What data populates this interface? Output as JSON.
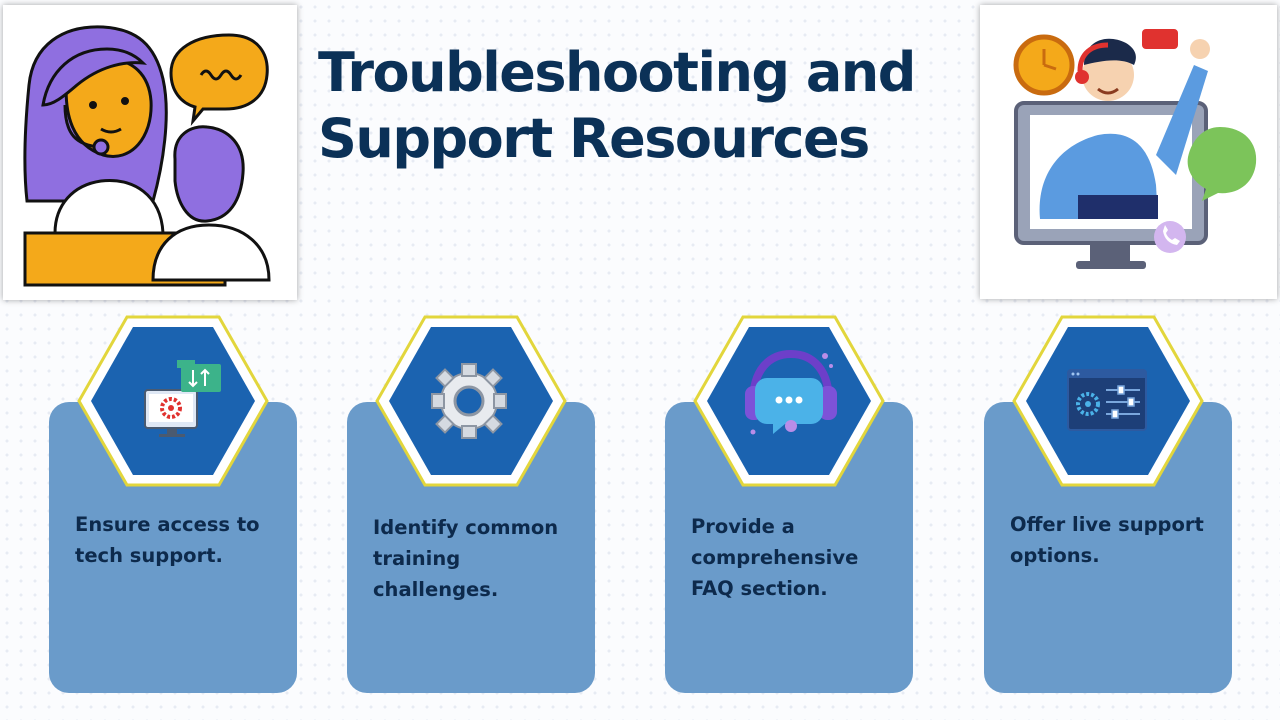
{
  "slide": {
    "title": "Troubleshooting and Support Resources"
  },
  "colors": {
    "title": "#0b3157",
    "card_fill": "#6a9bca",
    "card_text": "#0d2a4c",
    "hexagon_fill": "#1b63b0",
    "hexagon_border": "#e2d63c",
    "accent_purple": "#8f6fe0",
    "accent_orange": "#f4a91a"
  },
  "cards": [
    {
      "text": "Ensure access to tech support.",
      "icon": "computer-settings-icon"
    },
    {
      "text": "Identify common training challenges.",
      "icon": "gear-icon"
    },
    {
      "text": "Provide a comprehensive FAQ section.",
      "icon": "headset-chat-icon"
    },
    {
      "text": "Offer live support options.",
      "icon": "settings-panel-icon"
    }
  ],
  "illustrations": {
    "left": "support-agent-illustration",
    "right": "online-support-illustration"
  }
}
